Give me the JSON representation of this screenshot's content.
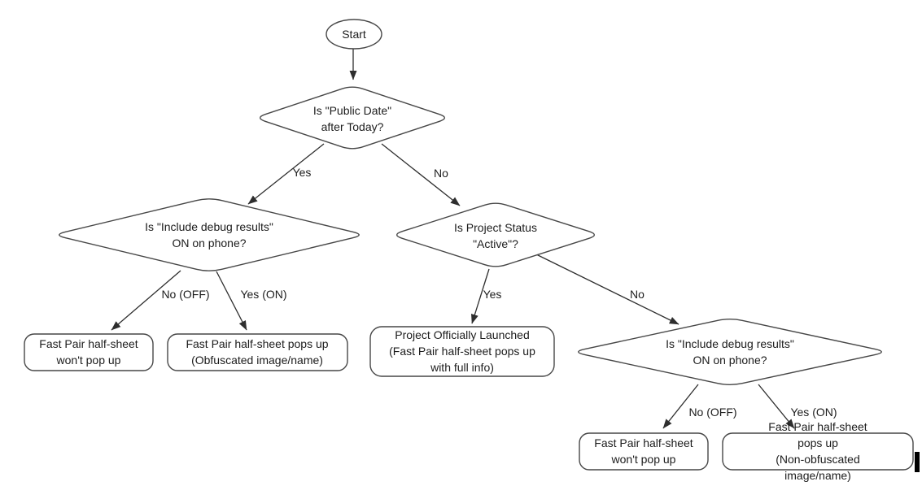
{
  "diagram_type": "flowchart",
  "nodes": {
    "start": {
      "type": "terminator",
      "label": "Start"
    },
    "d_public_date": {
      "type": "decision",
      "label": "Is \"Public Date\"\nafter Today?"
    },
    "d_debug_left": {
      "type": "decision",
      "label": "Is \"Include debug results\"\nON on phone?"
    },
    "d_project_status": {
      "type": "decision",
      "label": "Is Project Status\n\"Active\"?"
    },
    "d_debug_right": {
      "type": "decision",
      "label": "Is \"Include debug results\"\nON on phone?"
    },
    "r_wont_pop_left": {
      "type": "result",
      "label": "Fast Pair half-sheet\nwon't pop up"
    },
    "r_obfuscated": {
      "type": "result",
      "label": "Fast Pair half-sheet pops up\n(Obfuscated image/name)"
    },
    "r_launched": {
      "type": "result",
      "label": "Project Officially Launched\n(Fast Pair half-sheet pops up\nwith full info)"
    },
    "r_wont_pop_right": {
      "type": "result",
      "label": "Fast Pair half-sheet\nwon't pop up"
    },
    "r_non_obfuscated": {
      "type": "result",
      "label": "Fast Pair half-sheet pops up\n(Non-obfuscated image/name)"
    }
  },
  "edges": [
    {
      "from": "start",
      "to": "d_public_date",
      "label": ""
    },
    {
      "from": "d_public_date",
      "to": "d_debug_left",
      "label": "Yes"
    },
    {
      "from": "d_public_date",
      "to": "d_project_status",
      "label": "No"
    },
    {
      "from": "d_debug_left",
      "to": "r_wont_pop_left",
      "label": "No (OFF)"
    },
    {
      "from": "d_debug_left",
      "to": "r_obfuscated",
      "label": "Yes (ON)"
    },
    {
      "from": "d_project_status",
      "to": "r_launched",
      "label": "Yes"
    },
    {
      "from": "d_project_status",
      "to": "d_debug_right",
      "label": "No"
    },
    {
      "from": "d_debug_right",
      "to": "r_wont_pop_right",
      "label": "No (OFF)"
    },
    {
      "from": "d_debug_right",
      "to": "r_non_obfuscated",
      "label": "Yes (ON)"
    }
  ],
  "colors": {
    "background": "#ffffff",
    "shape_stroke": "#474747",
    "edge_stroke": "#2e2e2e",
    "text": "#1c1c1c",
    "cursor_bar": "#000000"
  }
}
